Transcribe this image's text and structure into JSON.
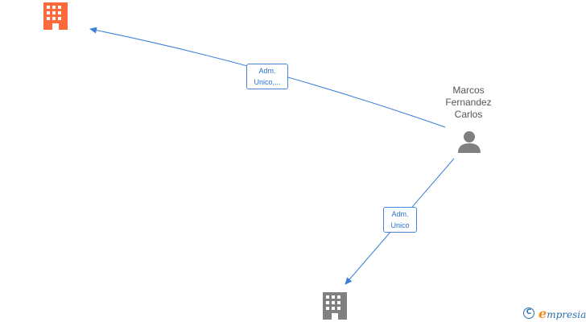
{
  "nodes": {
    "company_top": {
      "type": "company",
      "highlighted": true,
      "icon": "building-icon"
    },
    "company_bottom": {
      "type": "company",
      "highlighted": false,
      "icon": "building-icon"
    },
    "person": {
      "type": "person",
      "icon": "person-icon",
      "name_lines": [
        "Marcos",
        "Fernandez",
        "Carlos"
      ]
    }
  },
  "edges": [
    {
      "from": "person",
      "to": "company_top",
      "label_lines": [
        "Adm.",
        "Unico,..."
      ]
    },
    {
      "from": "person",
      "to": "company_bottom",
      "label_lines": [
        "Adm.",
        "Unico"
      ]
    }
  ],
  "watermark": {
    "symbol": "C",
    "brand_initial": "e",
    "brand_rest": "mpresia"
  },
  "colors": {
    "highlighted_company": "#ff6a3c",
    "company": "#808080",
    "person": "#808080",
    "edge": "#3b7fd9",
    "label_text": "#2a6fd0"
  }
}
